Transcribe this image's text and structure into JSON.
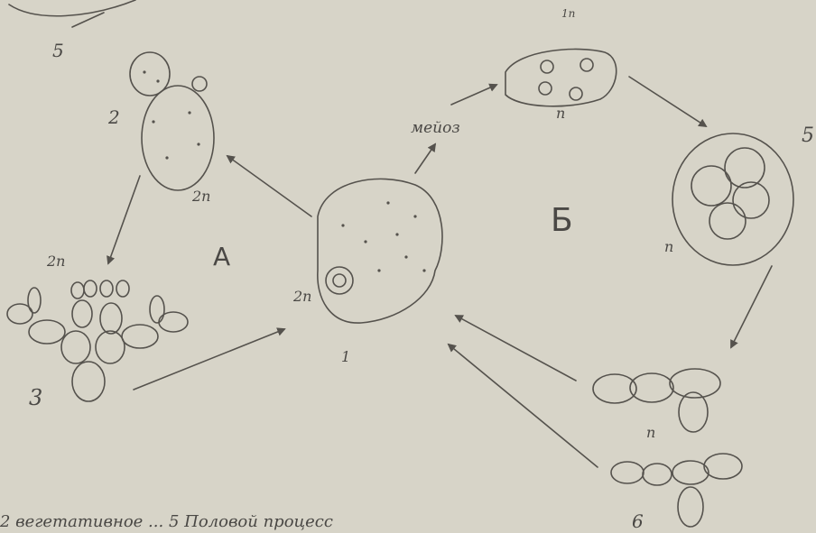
{
  "labels": {
    "top_left_number": "5",
    "stage_2": "2",
    "stage_2_marker": "2n",
    "section_a": "A",
    "buds_marker": "2n",
    "stage_3": "3",
    "center_marker": "2n",
    "center_number": "1",
    "meiosis": "мейоз",
    "top_right_marker": "1n",
    "tetrad_marker": "n",
    "section_b": "Б",
    "stage_5": "5",
    "ascus_marker": "n",
    "lower_chain_marker": "n",
    "stage_6": "6",
    "bottom_caption": "2 вегетативное ... 5 Половой процесс"
  }
}
